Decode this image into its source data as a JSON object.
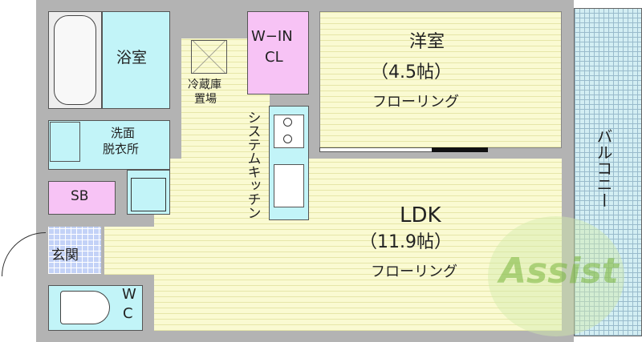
{
  "rooms": {
    "bath": "浴室",
    "washroom_line1": "洗面",
    "washroom_line2": "脱衣所",
    "fridge_line1": "冷蔵庫",
    "fridge_line2": "置場",
    "closet_line1": "W−IN",
    "closet_line2": "CL",
    "western_name": "洋室",
    "western_size": "（4.5帖）",
    "western_floor": "フローリング",
    "kitchen": "システムキッチン",
    "balcony": "バルコニー",
    "sb": "SB",
    "entrance": "玄関",
    "wc_line1": "W",
    "wc_line2": "C",
    "ldk_name": "LDK",
    "ldk_size": "（11.9帖）",
    "ldk_floor": "フローリング"
  },
  "logo": "Assist"
}
